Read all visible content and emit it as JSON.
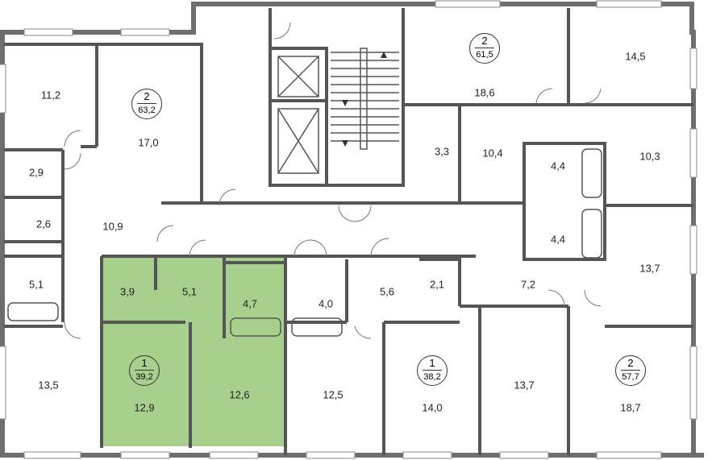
{
  "highlight_color": "#a8d08d",
  "apartments": [
    {
      "id": "apt-a",
      "rooms": "2",
      "area": "63,2"
    },
    {
      "id": "apt-b",
      "rooms": "2",
      "area": "61,5"
    },
    {
      "id": "apt-c",
      "rooms": "1",
      "area": "39,2"
    },
    {
      "id": "apt-d",
      "rooms": "1",
      "area": "38,2"
    },
    {
      "id": "apt-e",
      "rooms": "2",
      "area": "57,7"
    }
  ],
  "rooms": [
    "11,2",
    "17,0",
    "2,9",
    "2,6",
    "10,9",
    "5,1",
    "13,5",
    "18,6",
    "14,5",
    "3,3",
    "10,4",
    "4,4",
    "10,3",
    "4,4",
    "13,7",
    "3,9",
    "5,1",
    "4,7",
    "4,0",
    "5,6",
    "2,1",
    "7,2",
    "12,9",
    "12,6",
    "12,5",
    "14,0",
    "13,7",
    "18,7"
  ]
}
